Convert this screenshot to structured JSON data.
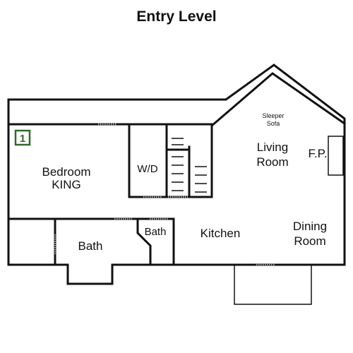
{
  "title": "Entry Level",
  "badge": "1",
  "rooms": {
    "bedroom_line1": "Bedroom",
    "bedroom_line2": "KING",
    "laundry": "W/D",
    "sleeper_line1": "Sleeper",
    "sleeper_line2": "Sofa",
    "living_line1": "Living",
    "living_line2": "Room",
    "fireplace": "F.P.",
    "bath_small": "Bath",
    "bath_large": "Bath",
    "kitchen": "Kitchen",
    "dining_line1": "Dining",
    "dining_line2": "Room"
  },
  "colors": {
    "walls": "#111111",
    "badge": "#2e6b2a",
    "doors": "#9a9a9a"
  }
}
